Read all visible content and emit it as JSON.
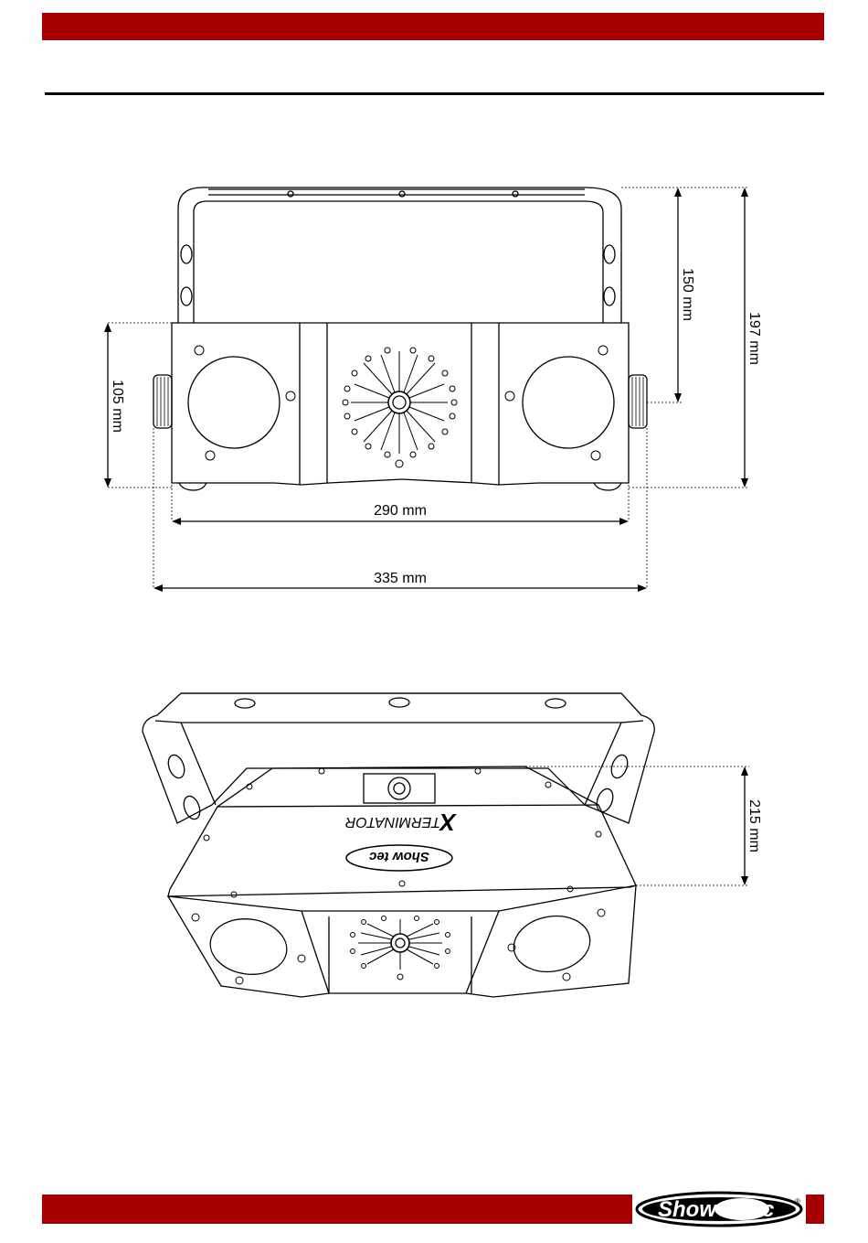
{
  "dimensions": {
    "front_width_inner": "290 mm",
    "front_width_outer": "335 mm",
    "front_height_body": "105 mm",
    "front_height_bracket": "150 mm",
    "front_height_total": "197 mm",
    "top_depth": "215 mm"
  },
  "product": {
    "model_mark": "TERMINATOR",
    "model_letter": "X",
    "brand_badge": "Show tec"
  },
  "footer": {
    "logo_text_left": "Show",
    "logo_text_right": "tec",
    "logo_reg": "®"
  },
  "colors": {
    "header_bar": "#a50000",
    "footer_bar": "#a50000",
    "line_art": "#000000"
  }
}
